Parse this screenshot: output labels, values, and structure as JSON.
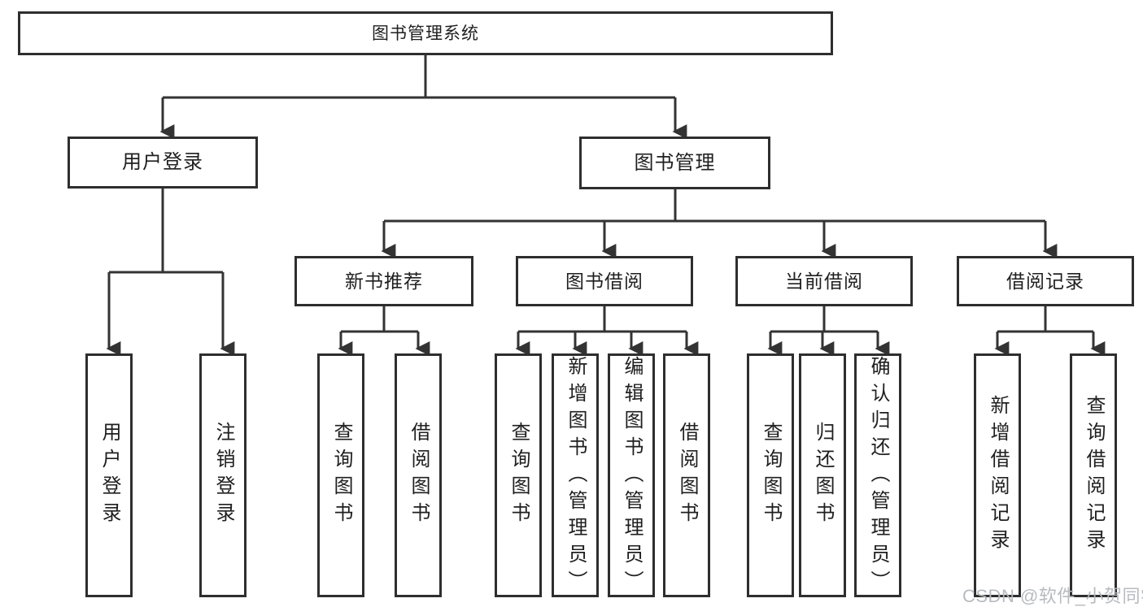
{
  "diagram": {
    "title": "图书管理系统",
    "level2": {
      "user_login": "用户登录",
      "book_management": "图书管理"
    },
    "level3": {
      "new_book_recommend": "新书推荐",
      "book_borrowing": "图书借阅",
      "current_borrowing": "当前借阅",
      "borrowing_records": "借阅记录"
    },
    "leaves": {
      "user_login": "用户登录",
      "logout": "注销登录",
      "nb_query": "查询图书",
      "nb_borrow": "借阅图书",
      "bb_query": "查询图书",
      "bb_add": "新增图书（管理员）",
      "bb_edit": "编辑图书（管理员）",
      "bb_borrow": "借阅图书",
      "cb_query": "查询图书",
      "cb_return": "归还图书",
      "cb_confirm": "确认归还（管理员）",
      "br_add": "新增借阅记录",
      "br_query": "查询借阅记录"
    }
  },
  "watermark": {
    "text": "CSDN @软件_小贺同学"
  },
  "colors": {
    "line": "#333333",
    "box_border": "#2e2e2e",
    "box_fill": "#ffffff",
    "text": "#1f1f1f",
    "watermark": "#b4b8bc",
    "background": "#ffffff"
  }
}
